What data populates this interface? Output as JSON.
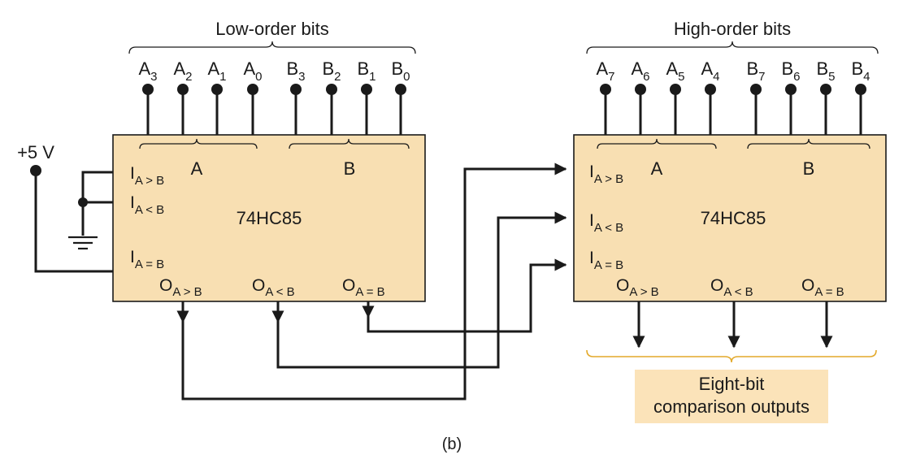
{
  "low_group": {
    "title": "Low-order bits",
    "a_pins": [
      {
        "letter": "A",
        "sub": "3"
      },
      {
        "letter": "A",
        "sub": "2"
      },
      {
        "letter": "A",
        "sub": "1"
      },
      {
        "letter": "A",
        "sub": "0"
      }
    ],
    "b_pins": [
      {
        "letter": "B",
        "sub": "3"
      },
      {
        "letter": "B",
        "sub": "2"
      },
      {
        "letter": "B",
        "sub": "1"
      },
      {
        "letter": "B",
        "sub": "0"
      }
    ]
  },
  "high_group": {
    "title": "High-order bits",
    "a_pins": [
      {
        "letter": "A",
        "sub": "7"
      },
      {
        "letter": "A",
        "sub": "6"
      },
      {
        "letter": "A",
        "sub": "5"
      },
      {
        "letter": "A",
        "sub": "4"
      }
    ],
    "b_pins": [
      {
        "letter": "B",
        "sub": "7"
      },
      {
        "letter": "B",
        "sub": "6"
      },
      {
        "letter": "B",
        "sub": "5"
      },
      {
        "letter": "B",
        "sub": "4"
      }
    ]
  },
  "chip_low": {
    "name": "74HC85",
    "a_label": "A",
    "b_label": "B",
    "inputs": [
      {
        "letter": "I",
        "sub": "A > B"
      },
      {
        "letter": "I",
        "sub": "A < B"
      },
      {
        "letter": "I",
        "sub": "A = B"
      }
    ],
    "outputs": [
      {
        "letter": "O",
        "sub": "A > B"
      },
      {
        "letter": "O",
        "sub": "A < B"
      },
      {
        "letter": "O",
        "sub": "A = B"
      }
    ]
  },
  "chip_high": {
    "name": "74HC85",
    "a_label": "A",
    "b_label": "B",
    "inputs": [
      {
        "letter": "I",
        "sub": "A > B"
      },
      {
        "letter": "I",
        "sub": "A < B"
      },
      {
        "letter": "I",
        "sub": "A = B"
      }
    ],
    "outputs": [
      {
        "letter": "O",
        "sub": "A > B"
      },
      {
        "letter": "O",
        "sub": "A < B"
      },
      {
        "letter": "O",
        "sub": "A = B"
      }
    ]
  },
  "supply_label": "+5 V",
  "outputs_caption": [
    "Eight-bit",
    "comparison outputs"
  ],
  "figure_label": "(b)",
  "colors": {
    "chip_fill": "#f8dfb2",
    "caption_fill": "#fbe3b9",
    "brace_accent": "#e3a92a",
    "ink": "#1a1a1a"
  }
}
